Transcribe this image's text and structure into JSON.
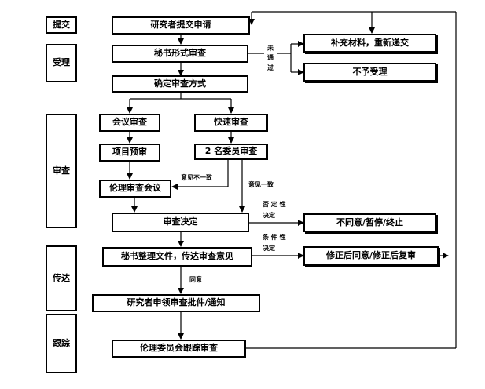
{
  "phases": {
    "submit": "提交",
    "accept": "受理",
    "review": "审查",
    "convey": "传达",
    "track": "跟踪"
  },
  "nodes": {
    "apply": "研究者提交申请",
    "formal": "秘书形式审查",
    "supplement": "补充材料，重新递交",
    "reject": "不予受理",
    "method": "确定审查方式",
    "meeting": "会议审查",
    "fast": "快速审查",
    "pre": "项目预审",
    "two_members": "2 名委员审查",
    "ethics_meeting": "伦理审查会议",
    "decision": "审查决定",
    "negative_result": "不同意/暂停/终止",
    "secretary": "秘书整理文件，传达审查意见",
    "conditional_result": "修正后同意/修正后复审",
    "receive": "研究者申领审查批件/通知",
    "tracking": "伦理委员会跟踪审查"
  },
  "labels": {
    "not_passed_1": "未",
    "not_passed_2": "通",
    "not_passed_3": "过",
    "disagree": "意见不一致",
    "agree": "意见一致",
    "negative_1": "否 定 性",
    "negative_2": "决定",
    "conditional_1": "条 件 性",
    "conditional_2": "决定",
    "approve": "同意"
  }
}
